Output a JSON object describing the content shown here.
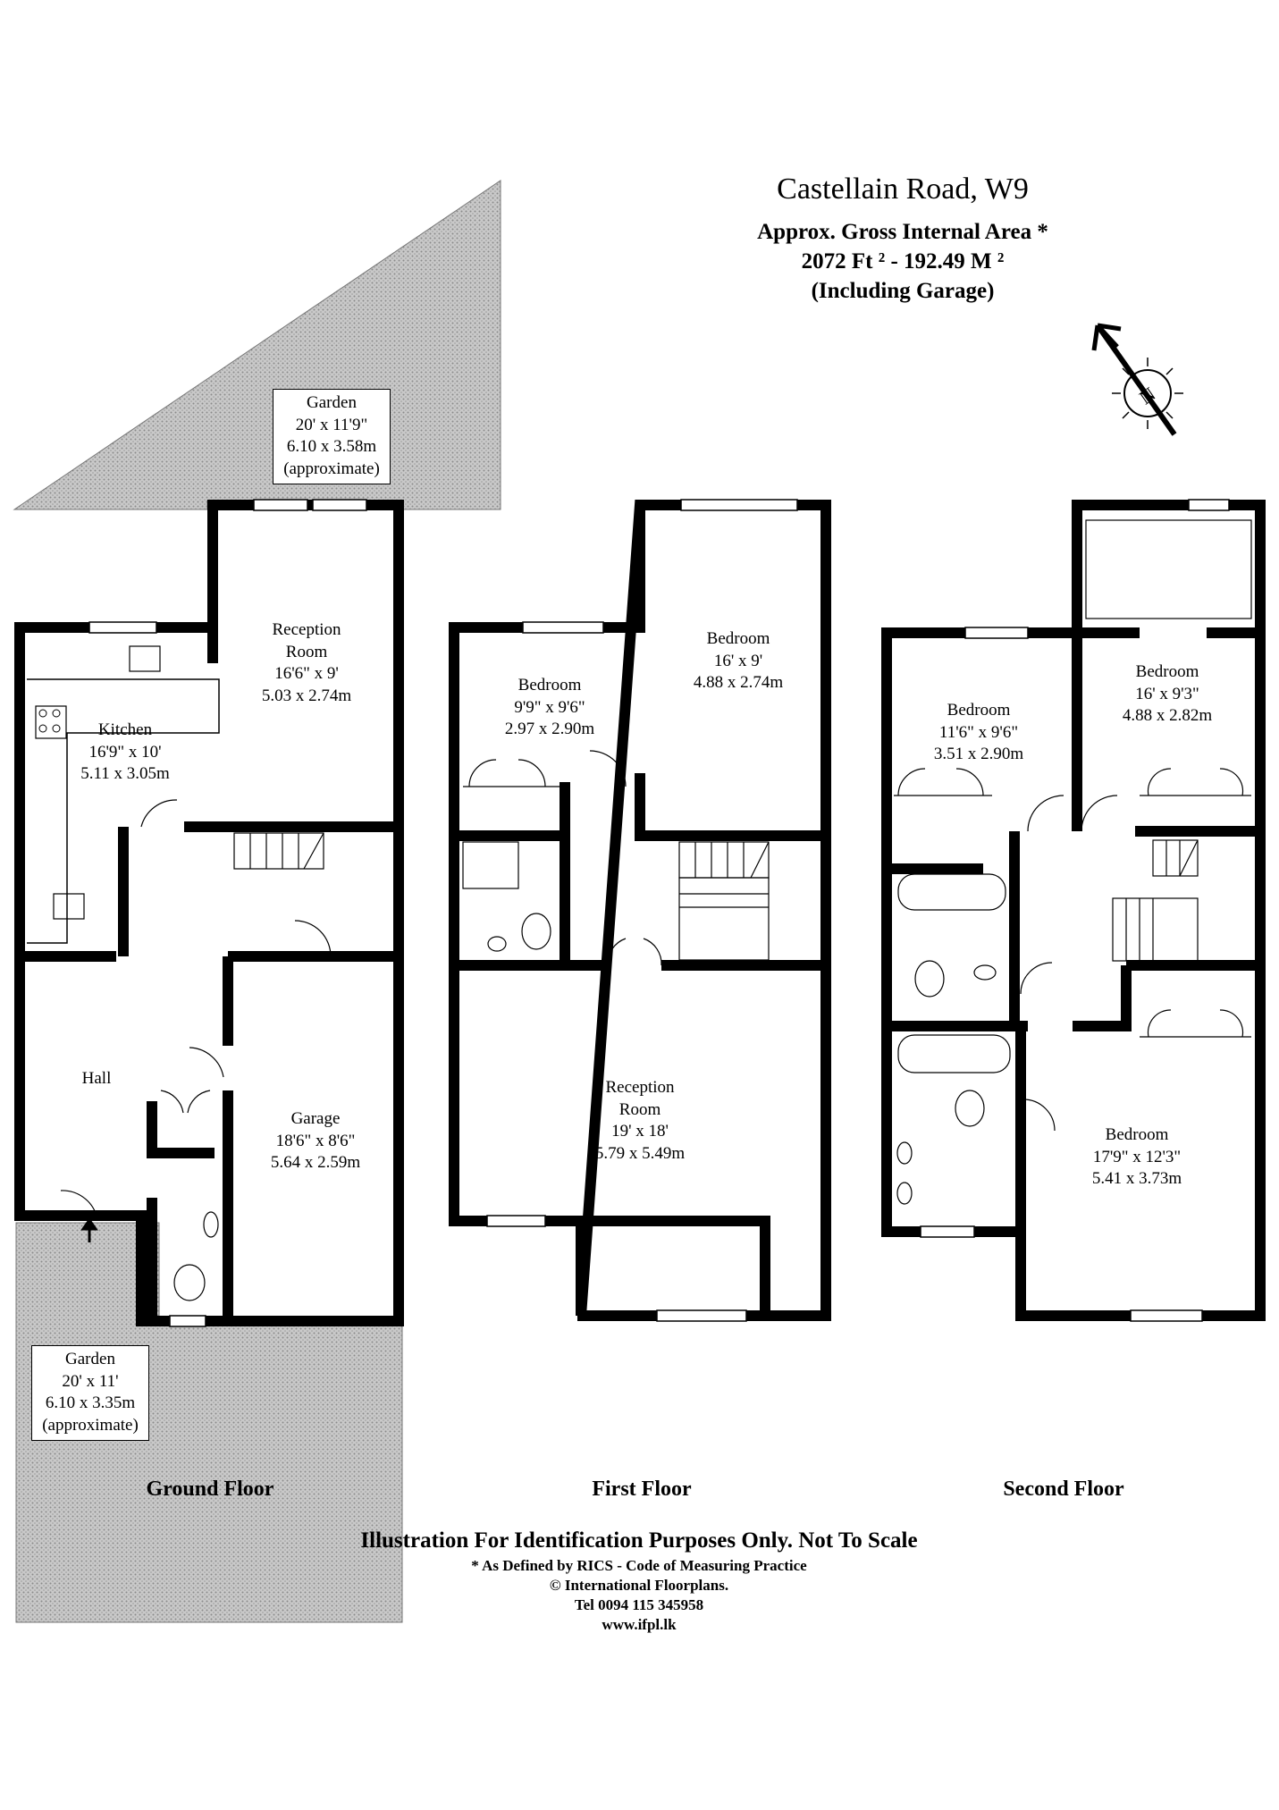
{
  "header": {
    "title": "Castellain Road, W9",
    "area_label": "Approx. Gross Internal Area *",
    "area_value": "2072 Ft ²  -  192.49 M ²",
    "area_note": "(Including Garage)"
  },
  "compass": {
    "letter": "N"
  },
  "floors": {
    "ground": {
      "label": "Ground Floor",
      "garden_rear": {
        "name": "Garden",
        "imperial": "20' x 11'9\"",
        "metric": "6.10 x 3.58m",
        "note": "(approximate)"
      },
      "reception": {
        "name1": "Reception",
        "name2": "Room",
        "imperial": "16'6\" x 9'",
        "metric": "5.03 x 2.74m"
      },
      "kitchen": {
        "name": "Kitchen",
        "imperial": "16'9\" x 10'",
        "metric": "5.11 x 3.05m"
      },
      "hall": {
        "name": "Hall"
      },
      "garage": {
        "name": "Garage",
        "imperial": "18'6\" x 8'6\"",
        "metric": "5.64 x 2.59m"
      },
      "garden_front": {
        "name": "Garden",
        "imperial": "20' x 11'",
        "metric": "6.10 x 3.35m",
        "note": "(approximate)"
      }
    },
    "first": {
      "label": "First Floor",
      "bedroom_small": {
        "name": "Bedroom",
        "imperial": "9'9\" x 9'6\"",
        "metric": "2.97 x 2.90m"
      },
      "bedroom_rear": {
        "name": "Bedroom",
        "imperial": "16' x 9'",
        "metric": "4.88 x 2.74m"
      },
      "reception": {
        "name1": "Reception",
        "name2": "Room",
        "imperial": "19' x 18'",
        "metric": "5.79 x 5.49m"
      }
    },
    "second": {
      "label": "Second Floor",
      "bedroom_left": {
        "name": "Bedroom",
        "imperial": "11'6\" x 9'6\"",
        "metric": "3.51 x 2.90m"
      },
      "bedroom_right": {
        "name": "Bedroom",
        "imperial": "16' x 9'3\"",
        "metric": "4.88 x 2.82m"
      },
      "bedroom_main": {
        "name": "Bedroom",
        "imperial": "17'9\" x 12'3\"",
        "metric": "5.41 x 3.73m"
      }
    }
  },
  "footer": {
    "disclaimer": "Illustration For Identification Purposes Only. Not To Scale",
    "rics": "* As Defined by RICS - Code of Measuring Practice",
    "copyright": "© International Floorplans.",
    "tel": "Tel 0094 115 345958",
    "web": "www.ifpl.lk"
  }
}
